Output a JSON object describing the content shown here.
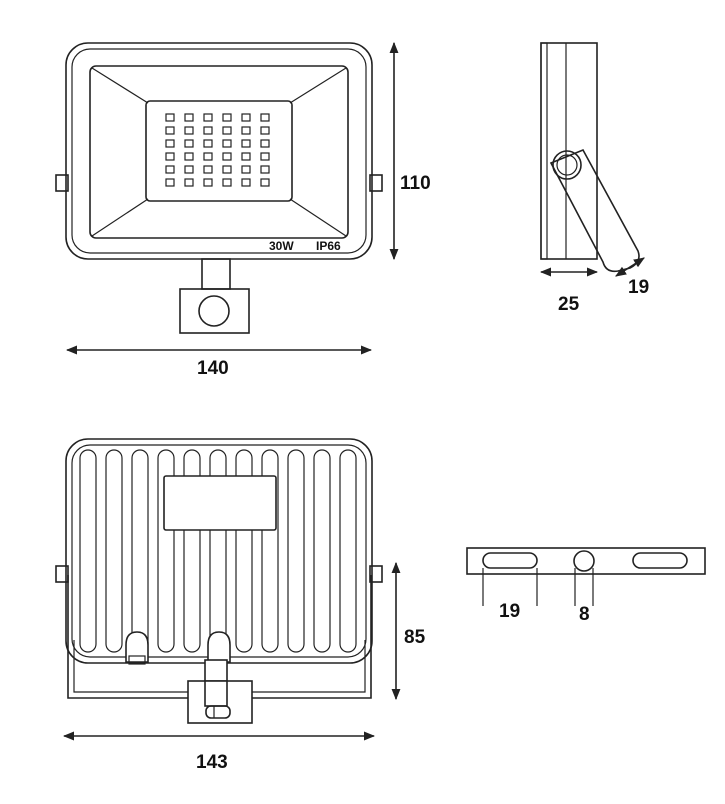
{
  "front_view": {
    "power_label": "30W",
    "ip_label": "IP66",
    "width_dim": "140",
    "height_dim": "110"
  },
  "side_view": {
    "depth_dim": "25",
    "bracket_dim": "19"
  },
  "back_view": {
    "width_dim": "143",
    "height_dim": "85"
  },
  "bracket_view": {
    "slot_dim": "19",
    "hole_dim": "8"
  }
}
